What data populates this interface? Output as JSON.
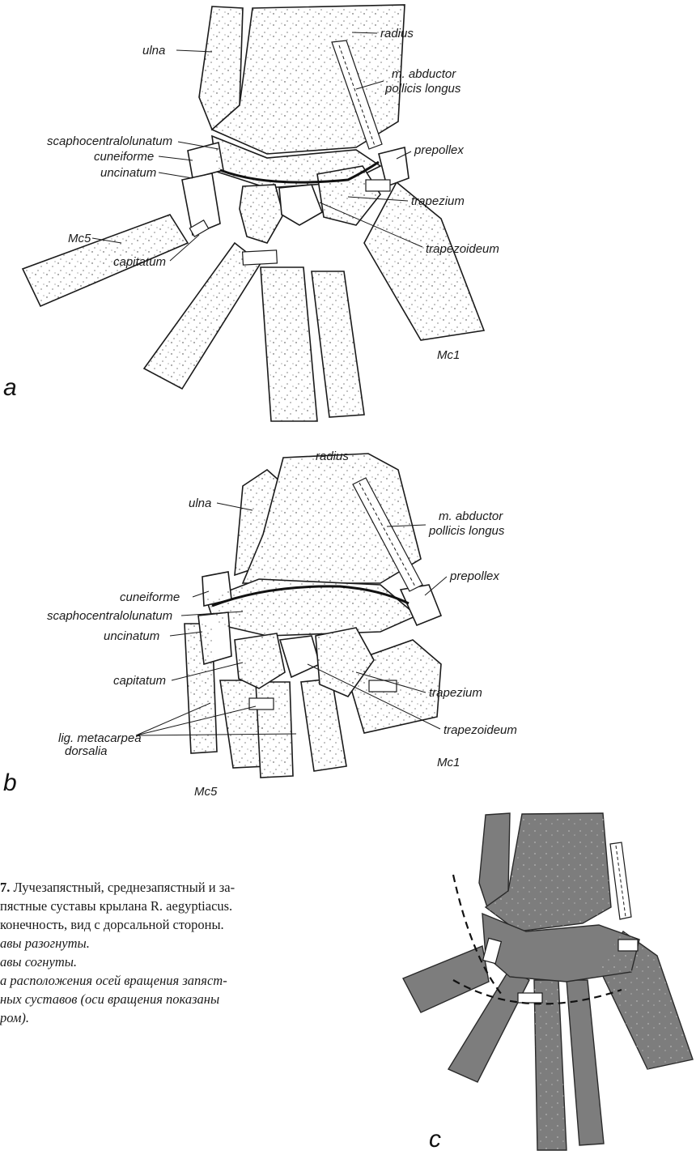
{
  "panel_a": {
    "letter": "a",
    "labels": {
      "radius": "radius",
      "ulna": "ulna",
      "abductor_1": "m. abductor",
      "abductor_2": "pollicis longus",
      "scaphocentralolunatum": "scaphocentralolunatum",
      "cuneiforme": "cuneiforme",
      "uncinatum": "uncinatum",
      "prepollex": "prepollex",
      "trapezium": "trapezium",
      "trapezoideum": "trapezoideum",
      "mc5": "Mc5",
      "capitatum": "capitatum",
      "mc1": "Mc1"
    }
  },
  "panel_b": {
    "letter": "b",
    "labels": {
      "radius": "radius",
      "ulna": "ulna",
      "abductor_1": "m. abductor",
      "abductor_2": "pollicis longus",
      "prepollex": "prepollex",
      "cuneiforme": "cuneiforme",
      "scaphocentralolunatum": "scaphocentralolunatum",
      "uncinatum": "uncinatum",
      "capitatum": "capitatum",
      "trapezium": "trapezium",
      "trapezoideum": "trapezoideum",
      "lig_1": "lig. metacarpea",
      "lig_2": "dorsalia",
      "mc1": "Mc1",
      "mc5": "Mc5"
    }
  },
  "panel_c": {
    "letter": "c"
  },
  "caption": {
    "line1_number": "7.",
    "line1_text": " Лучезапястный, среднезапястный и за-",
    "line2": "пястные суставы крылана R. aegyptiacus.",
    "line3": "конечность, вид с дорсальной стороны.",
    "line4": "авы разогнуты.",
    "line5": "авы согнуты.",
    "line6": "а расположения осей вращения запяст-",
    "line7": "ных суставов (оси вращения показаны",
    "line8": "ром)."
  },
  "colors": {
    "bone_light": "#ffffff",
    "bone_dark": "#7d7d7d",
    "outline": "#1a1a1a"
  }
}
